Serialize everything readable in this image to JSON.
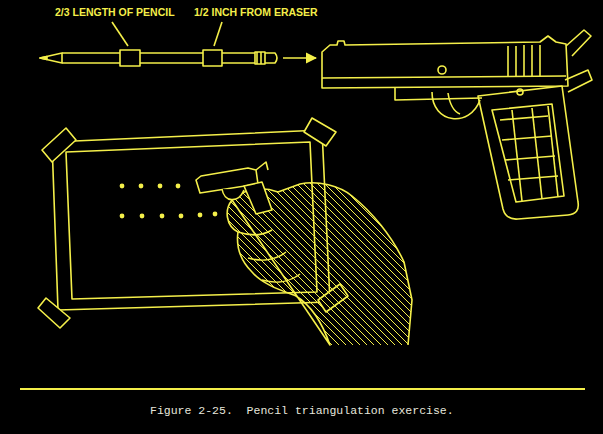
{
  "diagram": {
    "caption": "Figure 2-25.  Pencil triangulation exercise.",
    "labels": [
      "2/3 LENGTH OF PENCIL",
      "1/2 INCH FROM ERASER"
    ]
  }
}
